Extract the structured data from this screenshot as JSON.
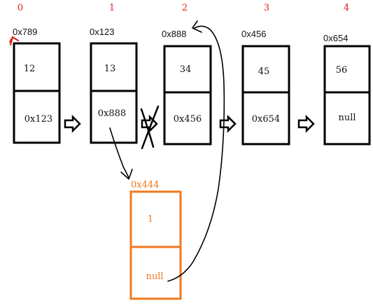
{
  "nodes": [
    {
      "index": "0",
      "address": "0x789",
      "value": "12",
      "next": "0x123"
    },
    {
      "index": "1",
      "address": "0x123",
      "value": "13",
      "next": "0x888"
    },
    {
      "index": "2",
      "address": "0x888",
      "value": "34",
      "next": "0x456"
    },
    {
      "index": "3",
      "address": "0x456",
      "value": "45",
      "next": "0x654"
    },
    {
      "index": "4",
      "address": "0x654",
      "value": "56",
      "next": "null"
    }
  ],
  "new_node": {
    "address": "0x444",
    "value": "1",
    "next": "null"
  },
  "colors": {
    "index_label": "#e02020",
    "new_node": "#f07820",
    "box": "#000000"
  }
}
